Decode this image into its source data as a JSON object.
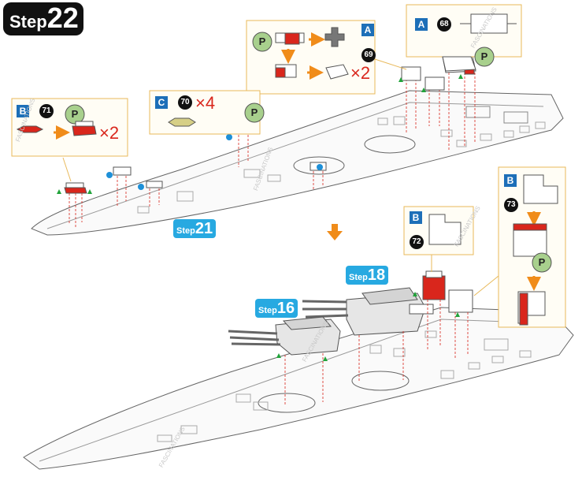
{
  "step": {
    "word": "Step",
    "number": "22"
  },
  "sub_steps": [
    {
      "word": "Step",
      "number": "21"
    },
    {
      "word": "Step",
      "number": "18"
    },
    {
      "word": "Step",
      "number": "16"
    }
  ],
  "callouts": {
    "a69": {
      "letter": "A",
      "part": "69",
      "multiplier": "×2",
      "peel": "P"
    },
    "a68": {
      "letter": "A",
      "part": "68",
      "peel": "P"
    },
    "b71": {
      "letter": "B",
      "part": "71",
      "multiplier": "×2",
      "peel": "P"
    },
    "c70": {
      "letter": "C",
      "part": "70",
      "multiplier": "×4",
      "peel": "P"
    },
    "b72": {
      "letter": "B",
      "part": "72"
    },
    "b73": {
      "letter": "B",
      "part": "73",
      "peel": "P"
    }
  },
  "watermark": "FASCINATIONS",
  "colors": {
    "callout_border": "#e8b95a",
    "callout_bg": "#fffdf5",
    "part_red": "#d9261c",
    "sub_step_blue": "#27a9e1",
    "letter_box": "#1d6fb8",
    "arrow_orange": "#f08c1a",
    "marker_green": "#21a33a",
    "marker_blue": "#1e90d8",
    "peel_circle": "#a8d08d"
  }
}
